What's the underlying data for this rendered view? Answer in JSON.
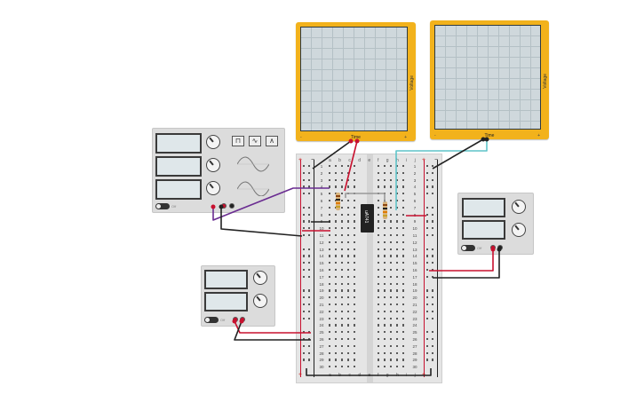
{
  "scope1": {
    "vlabel": "Voltage",
    "tlabel": "Time",
    "minus": "-",
    "plus": "+"
  },
  "scope2": {
    "vlabel": "Voltage",
    "tlabel": "Time",
    "minus": "-",
    "plus": "+"
  },
  "fgen": {
    "toggle": "Off",
    "wave_square": "⊓",
    "wave_sine": "∿",
    "wave_tri": "∧"
  },
  "psu1": {
    "toggle": "Off"
  },
  "psu2": {
    "toggle": "Off"
  },
  "breadboard": {
    "letters_left": "a b c d e",
    "letters_right": "f g h i j",
    "rows": [
      "1",
      "2",
      "3",
      "4",
      "5",
      "6",
      "7",
      "8",
      "9",
      "10",
      "11",
      "12",
      "13",
      "14",
      "15",
      "16",
      "17",
      "18",
      "19",
      "20",
      "21",
      "22",
      "23",
      "24",
      "25",
      "26",
      "27",
      "28",
      "29",
      "30"
    ],
    "plus": "+",
    "minus": "−"
  },
  "chip": {
    "label": "uA741"
  },
  "colors": {
    "scope": "#f2b21c",
    "red_wire": "#c8102e",
    "black_wire": "#222222",
    "purple_wire": "#6a2c91",
    "cyan_wire": "#5fc4c9"
  }
}
